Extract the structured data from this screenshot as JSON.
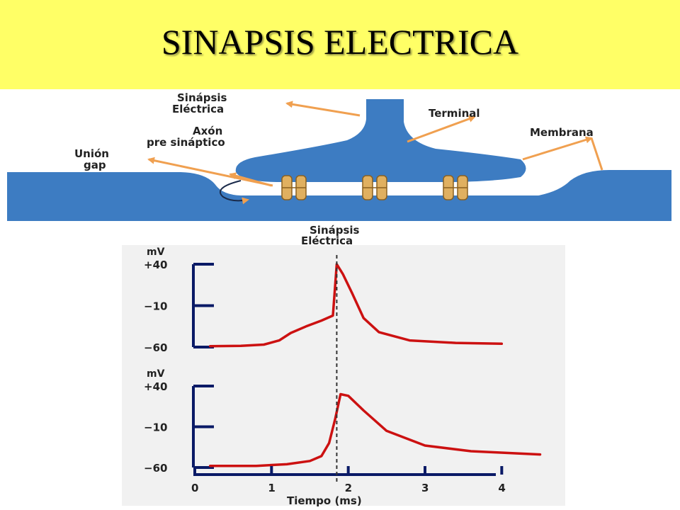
{
  "title": "SINAPSIS ELECTRICA",
  "diagram": {
    "labels": {
      "sinapsis_line1": "Sinápsis",
      "sinapsis_line2": "Eléctrica",
      "axon_line1": "Axón",
      "axon_line2": "pre sináptico",
      "union_line1": "Unión",
      "union_line2": "gap",
      "terminal": "Terminal",
      "membrana": "Membrana"
    },
    "colors": {
      "membrane": "#3d7cc2",
      "gap_junction": "#e0b060",
      "arrow": "#f0a050"
    }
  },
  "graph_caption": {
    "line1": "Sinápsis",
    "line2": "Eléctrica"
  },
  "chart_data": [
    {
      "type": "line",
      "ylabel": "mV",
      "yticks": [
        40,
        -10,
        -60
      ],
      "ytick_labels": [
        "+40",
        "−10",
        "−60"
      ],
      "ylim": [
        -60,
        40
      ],
      "xlim": [
        0,
        4.8
      ],
      "series": [
        {
          "color": "#cc1111",
          "points": [
            [
              0.2,
              -59
            ],
            [
              0.6,
              -58.5
            ],
            [
              0.9,
              -57
            ],
            [
              1.1,
              -52
            ],
            [
              1.25,
              -43
            ],
            [
              1.45,
              -35
            ],
            [
              1.65,
              -28
            ],
            [
              1.75,
              -24
            ],
            [
              1.8,
              -22
            ],
            [
              1.85,
              40
            ],
            [
              1.93,
              28
            ],
            [
              2.05,
              5
            ],
            [
              2.2,
              -25
            ],
            [
              2.4,
              -42
            ],
            [
              2.8,
              -52
            ],
            [
              3.4,
              -55
            ],
            [
              4.0,
              -56
            ]
          ]
        }
      ]
    },
    {
      "type": "line",
      "ylabel": "mV",
      "yticks": [
        40,
        -10,
        -60
      ],
      "ytick_labels": [
        "+40",
        "−10",
        "−60"
      ],
      "ylim": [
        -60,
        40
      ],
      "xlim": [
        0,
        4.8
      ],
      "xticks": [
        0,
        1,
        2,
        3,
        4
      ],
      "xlabel": "Tiempo (ms)",
      "series": [
        {
          "color": "#cc1111",
          "points": [
            [
              0.2,
              -58
            ],
            [
              0.8,
              -58
            ],
            [
              1.2,
              -56
            ],
            [
              1.5,
              -52
            ],
            [
              1.65,
              -46
            ],
            [
              1.75,
              -30
            ],
            [
              1.83,
              0
            ],
            [
              1.9,
              30
            ],
            [
              2.0,
              28
            ],
            [
              2.2,
              10
            ],
            [
              2.5,
              -15
            ],
            [
              3.0,
              -33
            ],
            [
              3.6,
              -40
            ],
            [
              4.5,
              -44
            ]
          ]
        }
      ]
    }
  ]
}
